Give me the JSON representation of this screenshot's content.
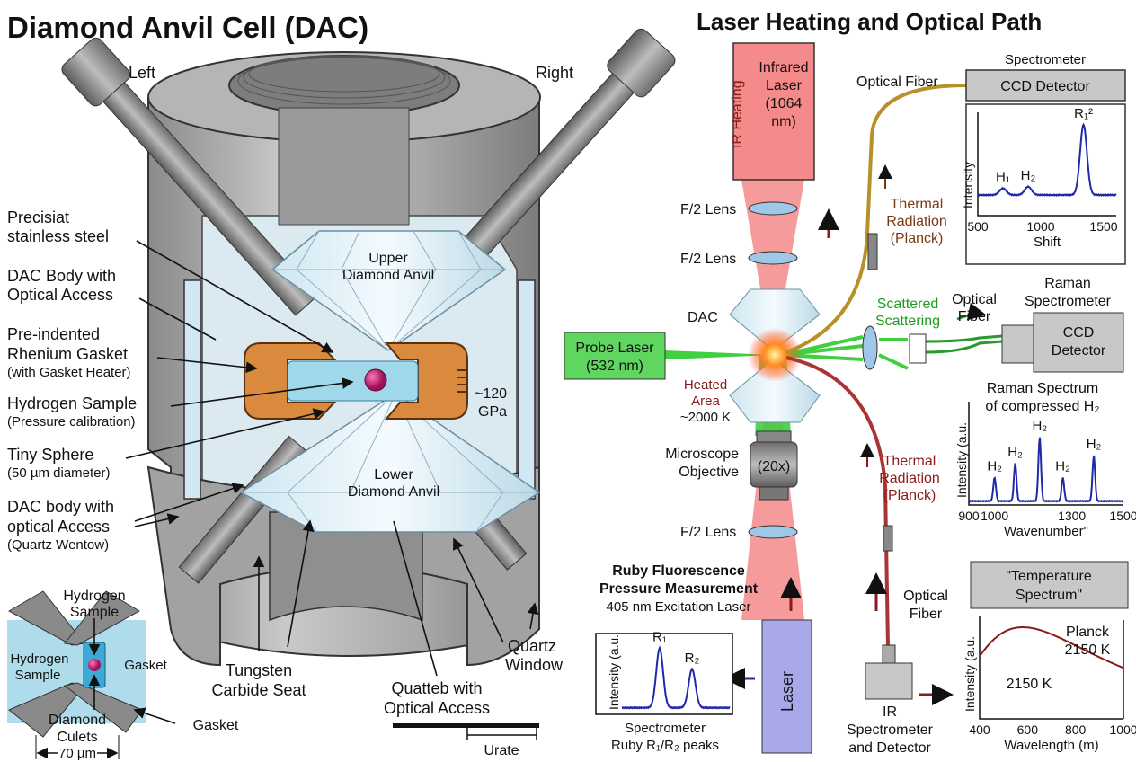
{
  "left": {
    "title": "Diamond Anvil Cell (DAC)",
    "bolt_left": "Left",
    "bolt_right": "Right",
    "labels": {
      "steel": [
        "Precisiat",
        "stainless steel"
      ],
      "body_optical": [
        "DAC Body with",
        "Optical Access"
      ],
      "gasket": [
        "Pre-indented",
        "Rhenium Gasket",
        "(with Gasket Heater)"
      ],
      "hydrogen": [
        "Hydrogen Sample",
        "(Pressure calibration)"
      ],
      "sphere": [
        "Tiny Sphere",
        "(50 µm diameter)"
      ],
      "body_quartz": [
        "DAC body with",
        "optical Access",
        "(Quartz Wentow)"
      ],
      "upper_anvil": [
        "Upper",
        "Diamond Anvil"
      ],
      "lower_anvil": [
        "Lower",
        "Diamond Anvil"
      ],
      "pressure": [
        "~120",
        "GPa"
      ],
      "seat": [
        "Tungsten",
        "Carbide Seat"
      ],
      "quatteb": [
        "Quatteb with",
        "Optical Access"
      ],
      "quartz_window": [
        "Quartz",
        "Window"
      ],
      "scale_label": "Urate"
    },
    "inset": {
      "hydrogen_top": [
        "Hydrogen",
        "Sample"
      ],
      "hydrogen_left": [
        "Hydrogen",
        "Sample"
      ],
      "gasket_right": "Gasket",
      "culets": [
        "Diamond",
        "Culets"
      ],
      "gasket_outer": "Gasket",
      "width": "70 µm"
    }
  },
  "right": {
    "title": "Laser Heating and Optical Path",
    "ir_heating": "IR Heating",
    "ir_laser": [
      "Infrared",
      "Laser",
      "(1064",
      "nm)"
    ],
    "lens": "F/2 Lens",
    "dac": "DAC",
    "probe_laser": [
      "Probe Laser",
      "(532 nm)"
    ],
    "heated_area": [
      "Heated",
      "Area",
      "~2000 K"
    ],
    "objective_label": [
      "Microscope",
      "Objective"
    ],
    "objective_mag": "(20x)",
    "laser": "Laser",
    "optical_fiber_top": "Optical Fiber",
    "thermal_top": [
      "Thermal",
      "Radiation",
      "(Planck)"
    ],
    "thermal_bottom": [
      "Thermal",
      "Radiation",
      "(Planck)"
    ],
    "scattered": [
      "Scattered",
      "Scattering"
    ],
    "optical_fiber_mid": [
      "Optical",
      "Fiber"
    ],
    "optical_fiber_bottom": [
      "Optical",
      "Fiber"
    ],
    "spectrometer_title": "Spectrometer",
    "ccd_detector": "CCD Detector",
    "raman_spectrometer": [
      "Raman",
      "Spectrometer"
    ],
    "raman_ccd": [
      "CCD",
      "Detector"
    ],
    "ruby_title": [
      "Ruby Fluorescence",
      "Pressure Measurement"
    ],
    "ruby_sub": "405 nm Excitation Laser",
    "ruby_caption": [
      "Spectrometer",
      "Ruby R₁/R₂ peaks"
    ],
    "ir_spectrometer": [
      "IR",
      "Spectrometer",
      "and Detector"
    ],
    "temperature_box": [
      "\"Temperature",
      "Spectrum\""
    ]
  },
  "colors": {
    "ir_beam": "#f26d6d",
    "probe_beam": "#3fcf3f",
    "spectrum_blue": "#1f2aa8",
    "planck_red": "#8b1a1a",
    "laser_box": "#a9a9ea",
    "gasket": "#d98a3c",
    "sample": "#9fd8ea",
    "sphere": "#c0186a"
  },
  "chart_data": [
    {
      "type": "line",
      "xlabel": "Shift",
      "ylabel": "Intensity",
      "xlim": [
        500,
        1600
      ],
      "xticks": [
        500,
        1000,
        1500
      ],
      "peaks": [
        {
          "label": "H₁",
          "x": 700,
          "height": 0.08
        },
        {
          "label": "H₂",
          "x": 900,
          "height": 0.1
        },
        {
          "label": "R₁²",
          "x": 1340,
          "height": 0.85
        }
      ],
      "baseline": 0.25
    },
    {
      "type": "line",
      "title": "Raman Spectrum of compressed H₂",
      "xlabel": "Wavenumber\"",
      "ylabel": "Intensity (a.u.",
      "xlim": [
        900,
        1500
      ],
      "xticks": [
        900,
        1000,
        1300,
        1500
      ],
      "peaks": [
        {
          "label": "H₂",
          "x": 1000,
          "height": 0.3
        },
        {
          "label": "H₂",
          "x": 1080,
          "height": 0.48
        },
        {
          "label": "H₂",
          "x": 1175,
          "height": 0.82
        },
        {
          "label": "H₂",
          "x": 1265,
          "height": 0.3
        },
        {
          "label": "H₂",
          "x": 1385,
          "height": 0.58
        }
      ]
    },
    {
      "type": "line",
      "xlabel": "",
      "ylabel": "Intensity (a.u.",
      "peaks": [
        {
          "label": "R₁",
          "x": 0.35,
          "height": 0.85
        },
        {
          "label": "R₂",
          "x": 0.65,
          "height": 0.55
        }
      ]
    },
    {
      "type": "line",
      "xlabel": "Wavelength (m)",
      "ylabel": "Intensity (a.u.",
      "xlim": [
        400,
        1000
      ],
      "xticks": [
        400,
        600,
        800,
        1000
      ],
      "annotations": [
        "Planck",
        "2150 K",
        "2150 K"
      ],
      "peak_wavelength": 580
    }
  ]
}
